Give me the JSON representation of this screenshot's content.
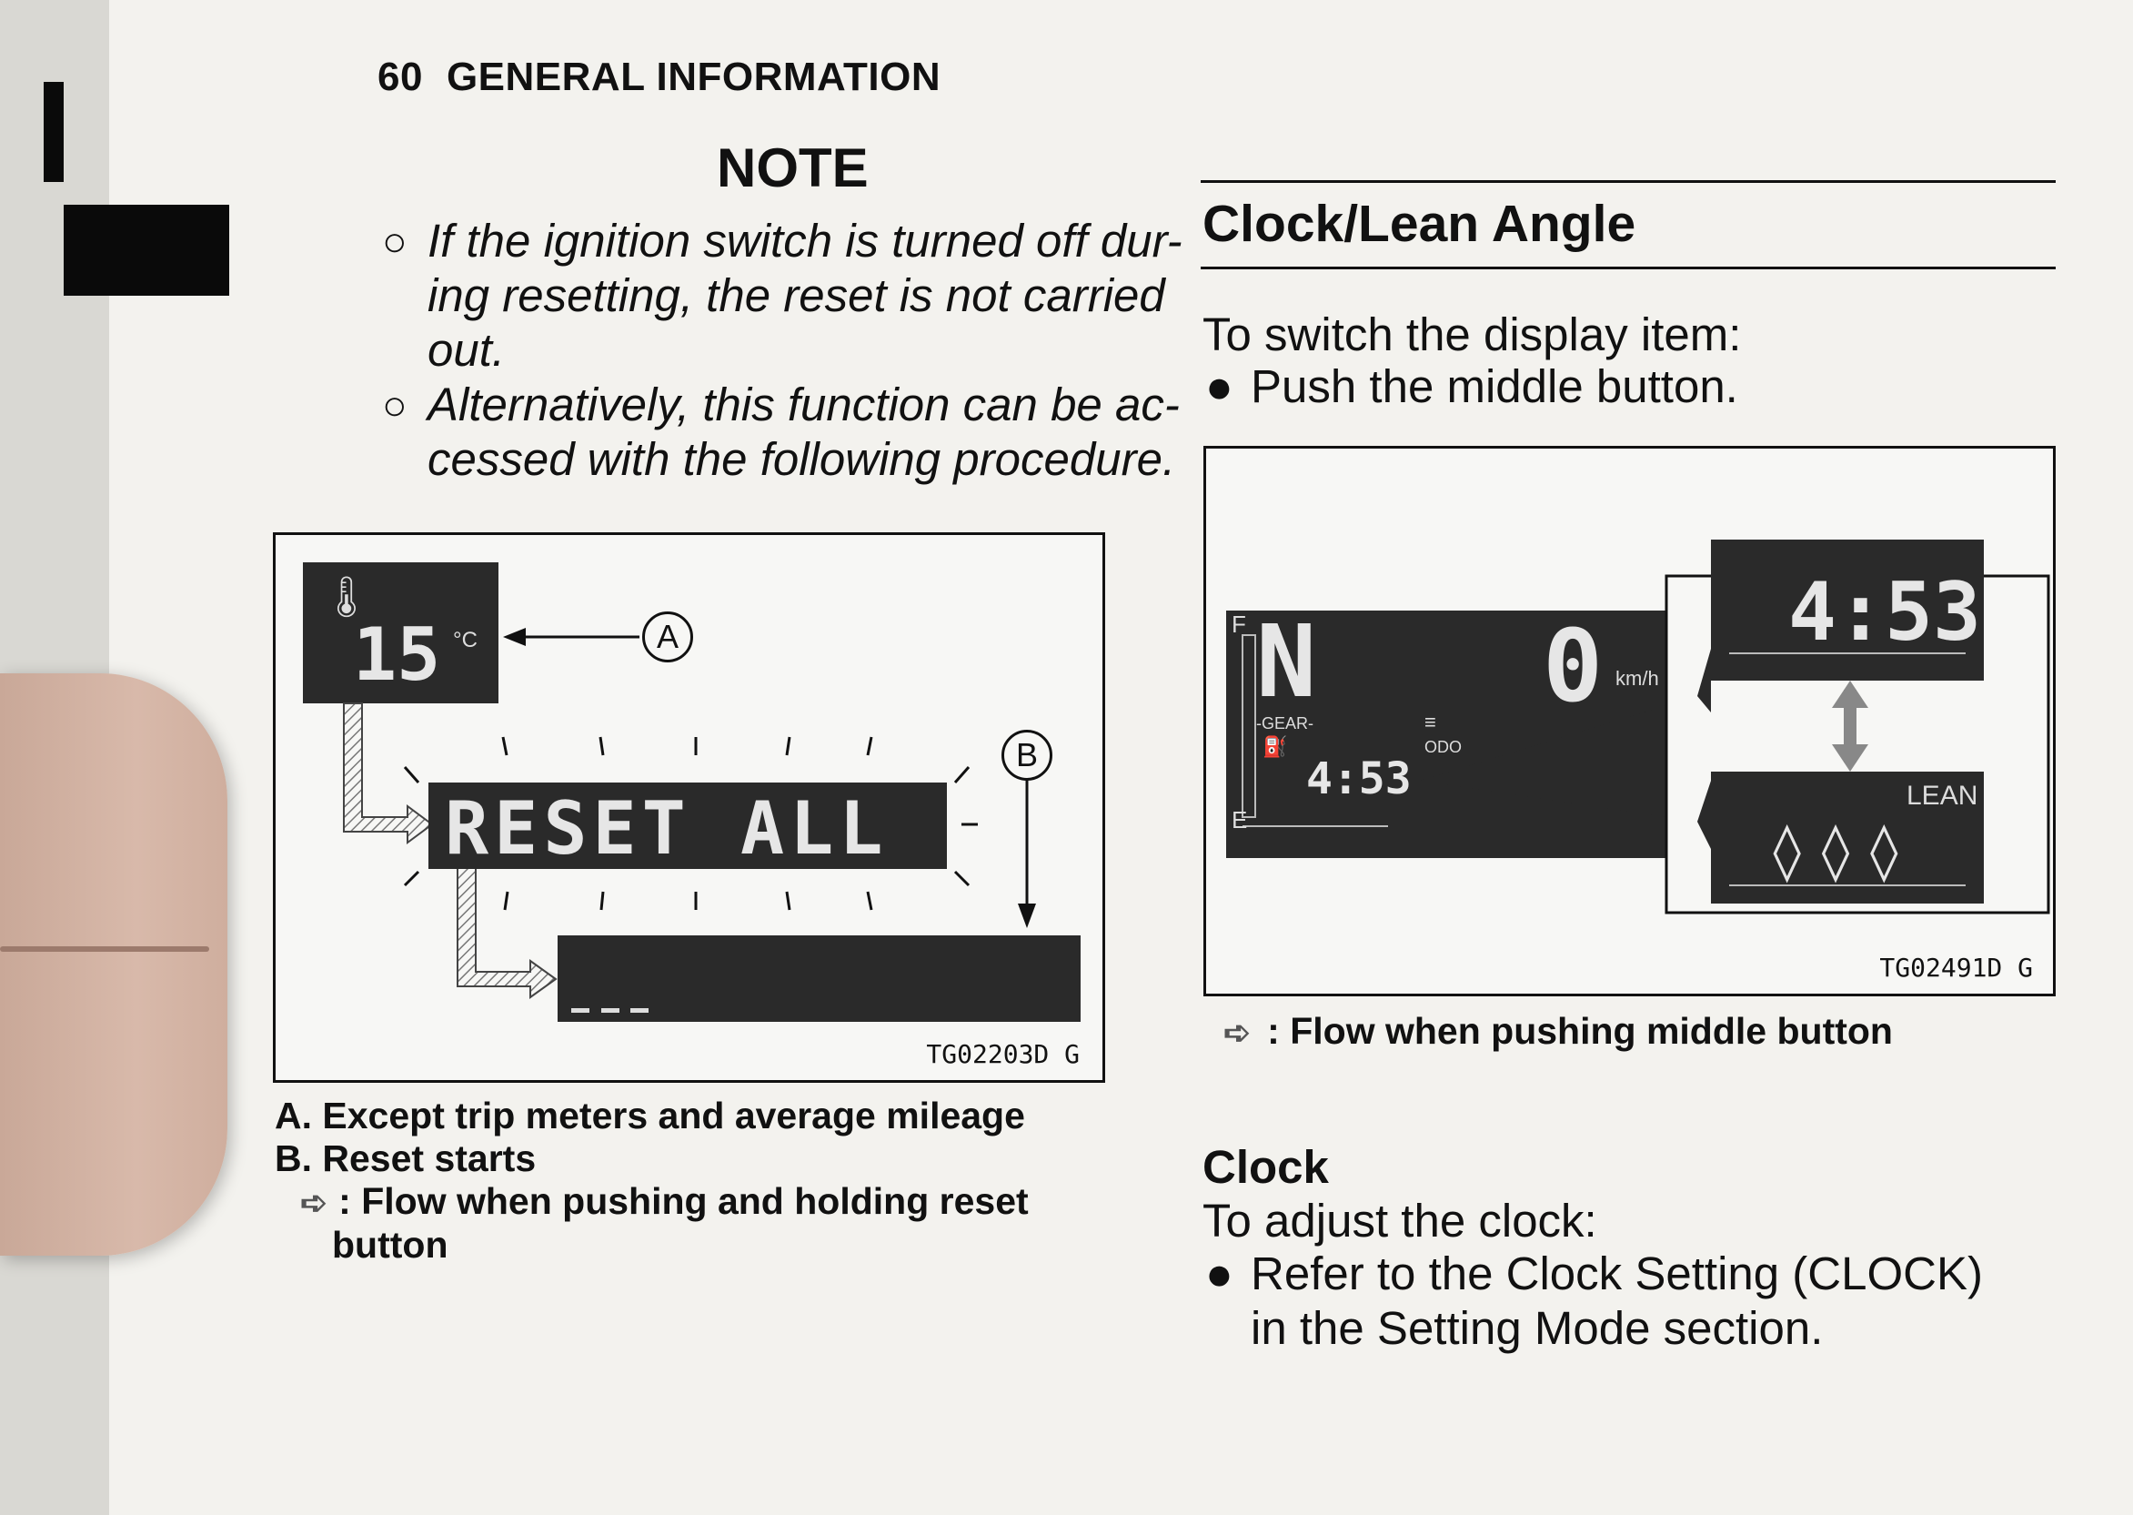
{
  "header": {
    "page_number": "60",
    "section": "GENERAL INFORMATION"
  },
  "note": {
    "title": "NOTE",
    "items": [
      "If the ignition switch is turned off dur-ing resetting, the reset is not carried out.",
      "Alternatively, this function can be ac-cessed with the following procedure."
    ]
  },
  "figure1": {
    "temp_value": "15",
    "temp_unit": "°C",
    "label_a": "A",
    "label_b": "B",
    "reset_text": "RESET ALL",
    "code": "TG02203D  G"
  },
  "captions1": {
    "a": "A. Except trip meters and average mileage",
    "b": "B. Reset starts",
    "flow": ": Flow when pushing and holding reset",
    "flow_cont": "button"
  },
  "clock_section": {
    "title": "Clock/Lean Angle",
    "intro": "To switch the display item:",
    "bullet": "Push the middle button."
  },
  "figure2": {
    "gear_letter": "N",
    "gear_label": "-GEAR-",
    "fuel_f": "F",
    "fuel_e": "E",
    "speed": "0",
    "speed_unit": "km/h",
    "odo_label": "ODO",
    "clock_value": "4:53",
    "clock_zoom": "4:53",
    "lean_label": "LEAN",
    "code": "TG02491D  G"
  },
  "captions2": {
    "flow": ": Flow when pushing middle button"
  },
  "clock": {
    "title": "Clock",
    "intro": "To adjust the clock:",
    "bullet_line1": "Refer to the Clock Setting (CLOCK)",
    "bullet_line2": "in the Setting Mode section."
  }
}
